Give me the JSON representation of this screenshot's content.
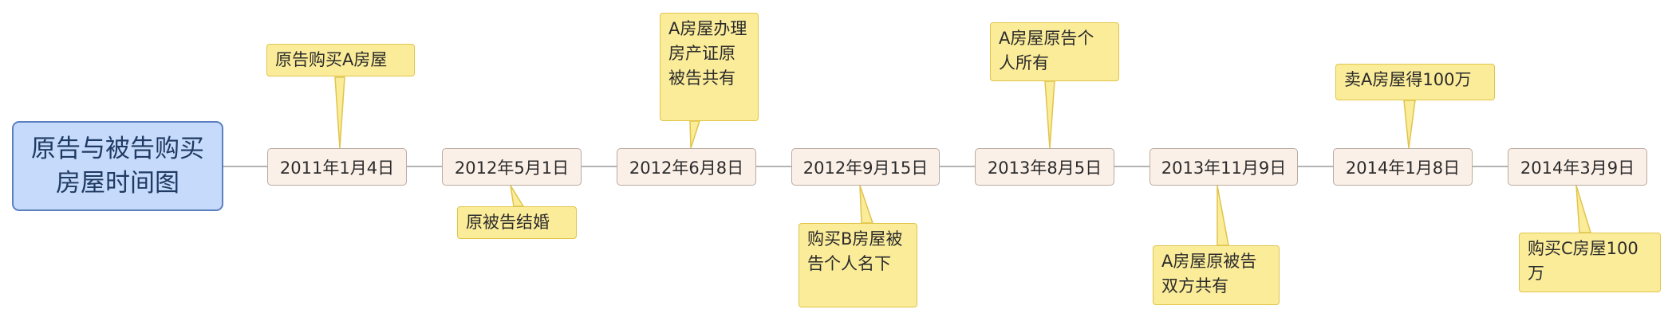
{
  "title": "原告与被告购买房屋时间图",
  "events": [
    {
      "date": "2011年1月4日",
      "note": "原告购买A房屋"
    },
    {
      "date": "2012年5月1日",
      "note": "原被告结婚"
    },
    {
      "date": "2012年6月8日",
      "note": "A房屋办理房产证原被告共有"
    },
    {
      "date": "2012年9月15日",
      "note": "购买B房屋被告个人名下"
    },
    {
      "date": "2013年8月5日",
      "note": "A房屋原告个人所有"
    },
    {
      "date": "2013年11月9日",
      "note": "A房屋原被告双方共有"
    },
    {
      "date": "2014年1月8日",
      "note": "卖A房屋得100万"
    },
    {
      "date": "2014年3月9日",
      "note": "购买C房屋100万"
    }
  ],
  "colors": {
    "title_fill": "#c6dbfb",
    "date_fill": "#fbf0e8",
    "callout_fill": "#fbec9a",
    "line": "#9a9a9a"
  }
}
